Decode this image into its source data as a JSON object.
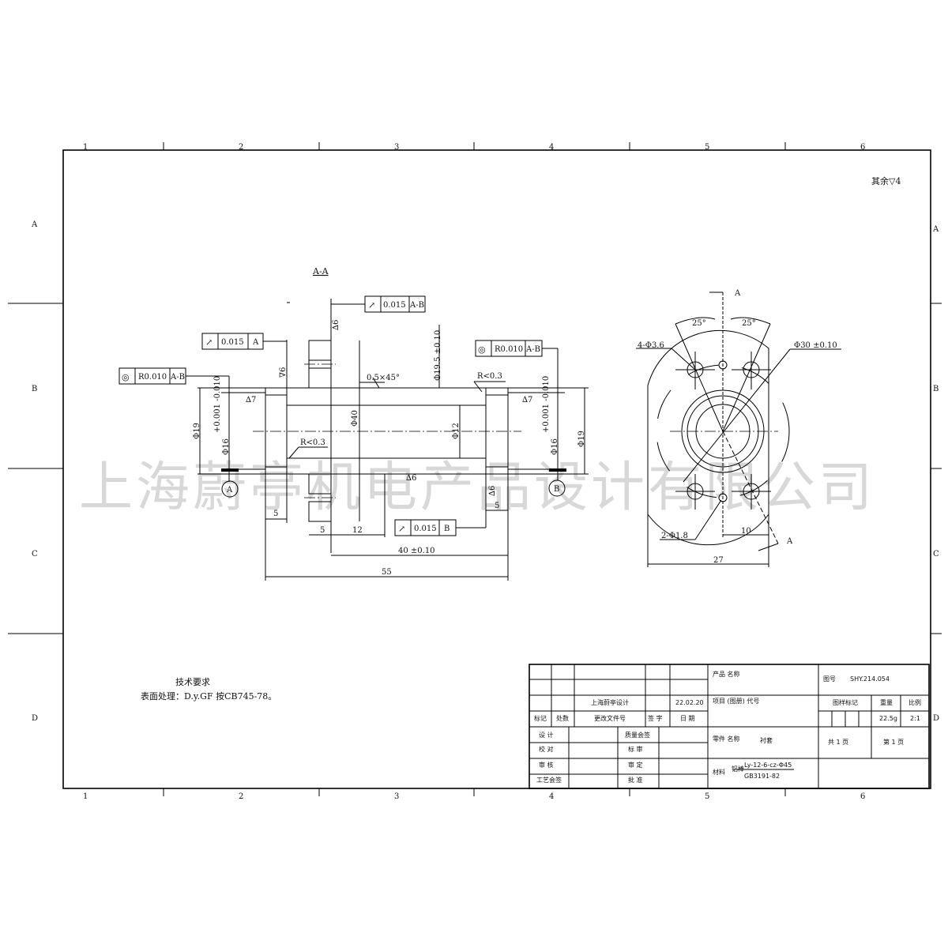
{
  "frame": {
    "columns": [
      "1",
      "2",
      "3",
      "4",
      "5",
      "6"
    ],
    "rows": [
      "A",
      "B",
      "C",
      "D"
    ]
  },
  "surface_note": "其余▽4",
  "section_title": "A-A",
  "watermark": "上海蔚亭机电产品设计有限公司",
  "section_view": {
    "fcf_top": {
      "symbol": "↗",
      "value": "0.015",
      "datum": "A-B"
    },
    "fcf_left": {
      "symbol": "↗",
      "value": "0.015",
      "datum": "A"
    },
    "fcf_conc_left": {
      "symbol": "◎",
      "value": "R0.010",
      "datum": "A-B"
    },
    "fcf_conc_right": {
      "symbol": "◎",
      "value": "R0.010",
      "datum": "A-B"
    },
    "fcf_bottom": {
      "symbol": "↗",
      "value": "0.015",
      "datum": "B"
    },
    "rough_top": "∆6",
    "rough_left": "∇6",
    "rough_d7_left": "∆7",
    "rough_d7_right": "∆7",
    "rough_bottom": "∆6",
    "rough_right": "∆6",
    "chamfer": "0.5×45°",
    "dia_19_5": "Φ19.5 ±0.10",
    "r_top": "R<0.3",
    "r_bottom": "R<0.3",
    "dia_19_left": "Φ19",
    "dia_16_left": "Φ16",
    "tol_left": "+0.001 -0.010",
    "dia_40": "Φ40",
    "dia_12": "Φ12",
    "dia_19_right": "Φ19",
    "dia_16_right": "Φ16",
    "tol_right": "+0.001 -0.010",
    "datum_a": "A",
    "datum_b": "B",
    "dim_5_left": "5",
    "dim_5_flange": "5",
    "dim_12": "12",
    "dim_5_right": "5",
    "dim_40": "40 ±0.10",
    "dim_55": "55"
  },
  "end_view": {
    "cut_label_top": "A",
    "cut_label_bottom": "A",
    "angle_left": "25°",
    "angle_right": "25°",
    "holes_4": "4-Φ3.6",
    "dia_30": "Φ30 ±0.10",
    "holes_2": "2-Φ1.8",
    "dim_10": "10",
    "dim_27": "27"
  },
  "tech_req": {
    "title": "技术要求",
    "line1": "表面处理：D.y.GF 按CB745-78。"
  },
  "title_block": {
    "company_design": "上海蔚亭设计",
    "date_value": "22.02.20",
    "h_mark": "标记",
    "h_count": "处数",
    "h_doc": "更改文件号",
    "h_sign": "签 字",
    "h_date": "日 期",
    "design": "设 计",
    "check": "校 对",
    "review": "审 核",
    "process": "工艺会签",
    "quality": "质量会签",
    "standard": "标 审",
    "approve_def": "审 定",
    "approve": "批 准",
    "product_name": "产品\n名称",
    "project": "项目\n(图册)\n代号",
    "part_name_label": "零件\n名称",
    "part_name": "衬套",
    "material_label": "材料",
    "material_type": "铝棒",
    "material_spec": "Ly-12-6-cz-Φ45",
    "material_std": "GB3191-82",
    "drawing_no_label": "图号",
    "drawing_no": "SHY.214.054",
    "sample_mark": "图样标记",
    "weight_label": "重量",
    "scale_label": "比例",
    "weight": "22.5g",
    "scale": "2:1",
    "total_pages": "共  1  页",
    "page": "第  1  页"
  }
}
